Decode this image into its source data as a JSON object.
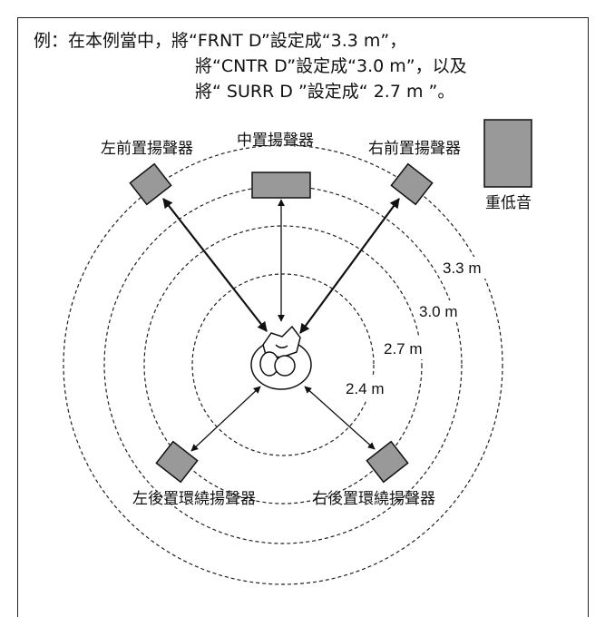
{
  "caption": {
    "line1": "例：在本例當中，將“FRNT D”設定成“3.3 m”，",
    "line2": "將“CNTR D”設定成“3.0 m”，以及",
    "line3": "將“ SURR D ”設定成“ 2.7 m ”。"
  },
  "speakers": {
    "front_left": "左前置揚聲器",
    "center": "中置揚聲器",
    "front_right": "右前置揚聲器",
    "subwoofer": "重低音",
    "surround_left": "左後置環繞揚聲器",
    "surround_right": "右後置環繞揚聲器"
  },
  "distances": {
    "d1": "3.3 m",
    "d2": "3.0 m",
    "d3": "2.7 m",
    "d4": "2.4 m"
  }
}
